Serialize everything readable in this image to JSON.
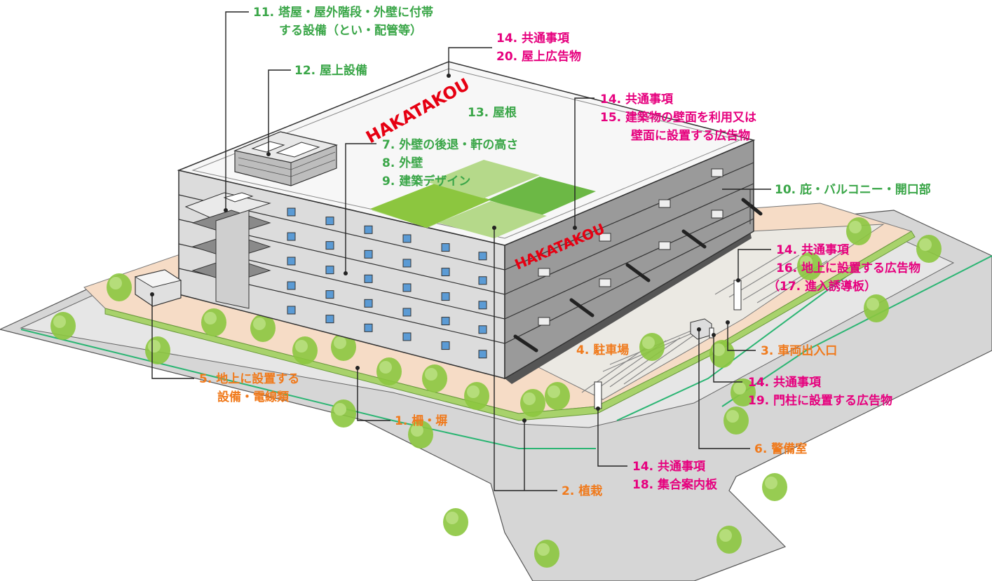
{
  "sign_text": "HAKATAKOU",
  "colors": {
    "label_green": "#3aa648",
    "label_pink": "#e6007e",
    "label_orange": "#f07a1c",
    "sign_red": "#e60012",
    "tree_green": "#8cc63f",
    "roof_light": "#b5d98a",
    "roof_mid": "#8cc63f",
    "roof_dark": "#6cb845"
  },
  "labels": {
    "l11": [
      "11. 塔屋・屋外階段・外壁に付帯",
      "する設備（とい・配管等）"
    ],
    "l12": [
      "12. 屋上設備"
    ],
    "l14_20": [
      "14. 共通事項",
      "20. 屋上広告物"
    ],
    "l13": [
      "13. 屋根"
    ],
    "l14_15": [
      "14. 共通事項",
      "15. 建築物の壁面を利用又は",
      "壁面に設置する広告物"
    ],
    "l7_9": [
      "7. 外壁の後退・軒の高さ",
      "8. 外壁",
      "9. 建築デザイン"
    ],
    "l10": [
      "10. 庇・バルコニー・開口部"
    ],
    "l14_16": [
      "14. 共通事項",
      "16. 地上に設置する広告物",
      "（17. 進入誘導板）"
    ],
    "l4": [
      "4. 駐車場"
    ],
    "l3": [
      "3. 車両出入口"
    ],
    "l5": [
      "5. 地上に設置する",
      "設備・電線類"
    ],
    "l14_19": [
      "14. 共通事項",
      "19. 門柱に設置する広告物"
    ],
    "l1": [
      "1. 柵・塀"
    ],
    "l6": [
      "6. 警備室"
    ],
    "l14_18": [
      "14. 共通事項",
      "18. 集合案内板"
    ],
    "l2": [
      "2. 植栽"
    ]
  }
}
